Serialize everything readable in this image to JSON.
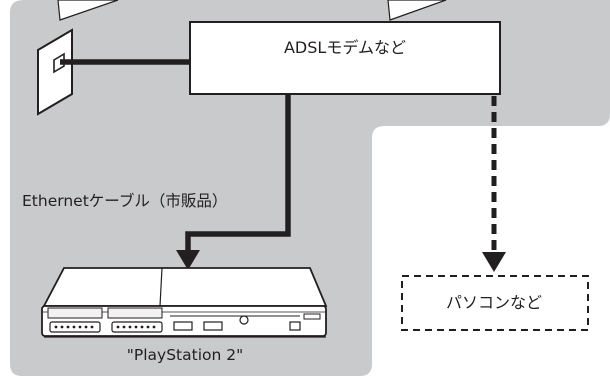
{
  "modem": {
    "label": "ADSLモデムなど"
  },
  "cable": {
    "label": "Ethernetケーブル（市販品）"
  },
  "pc": {
    "label": "パソコンなど"
  },
  "console": {
    "label": "\"PlayStation 2\""
  },
  "colors": {
    "background_region": "#c9cacb",
    "box_fill": "#ffffff",
    "stroke": "#231f20"
  }
}
